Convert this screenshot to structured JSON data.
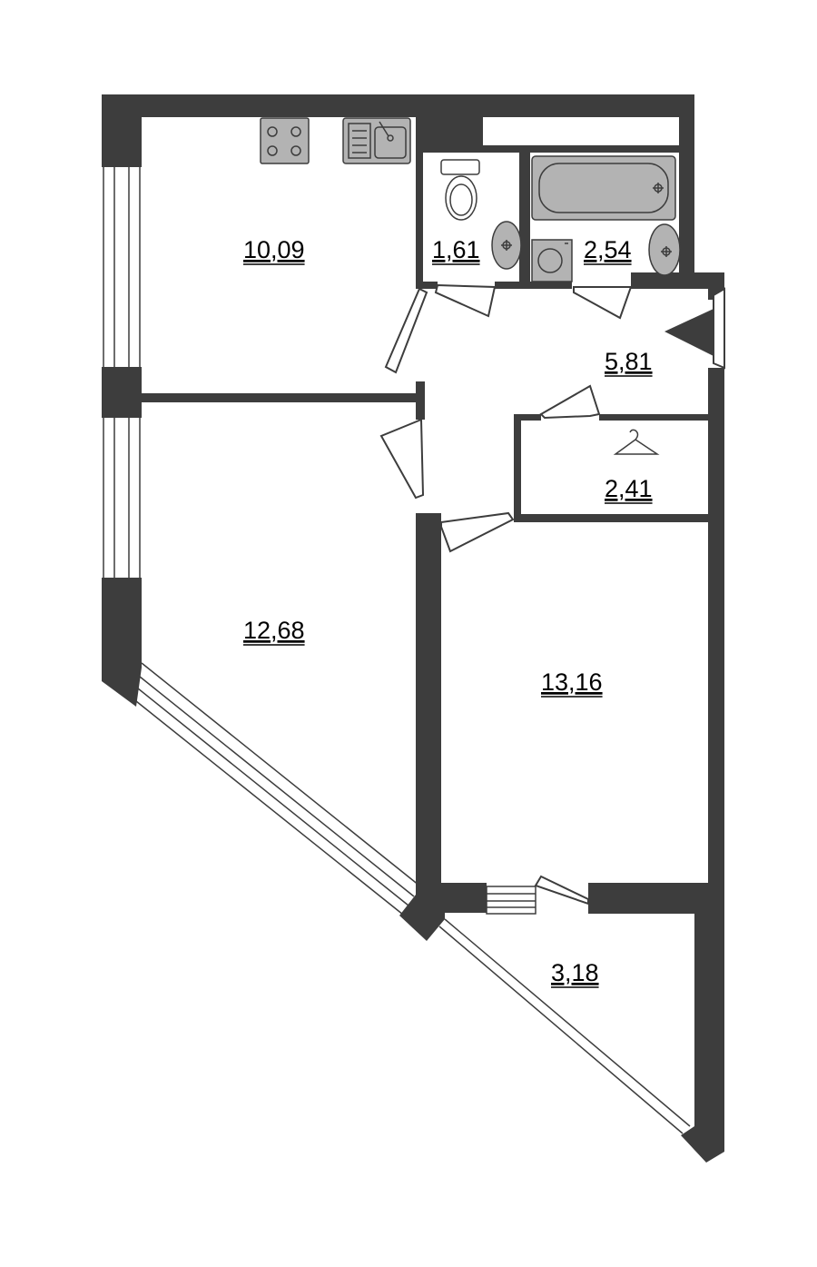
{
  "rooms": [
    {
      "id": "kitchen",
      "area": "10,09"
    },
    {
      "id": "wc",
      "area": "1,61"
    },
    {
      "id": "bathroom",
      "area": "2,54"
    },
    {
      "id": "hall",
      "area": "5,81"
    },
    {
      "id": "wardrobe",
      "area": "2,41"
    },
    {
      "id": "living-room",
      "area": "12,68"
    },
    {
      "id": "bedroom",
      "area": "13,16"
    },
    {
      "id": "balcony",
      "area": "3,18"
    }
  ],
  "icons": [
    "stove-icon",
    "sink-icon",
    "toilet-icon",
    "washbasin-icon",
    "bathtub-icon",
    "washing-machine-icon",
    "hanger-icon",
    "entrance-arrow-icon"
  ],
  "colors": {
    "wall": "#3d3d3d",
    "fixture": "#b3b3b3",
    "background": "#ffffff"
  }
}
